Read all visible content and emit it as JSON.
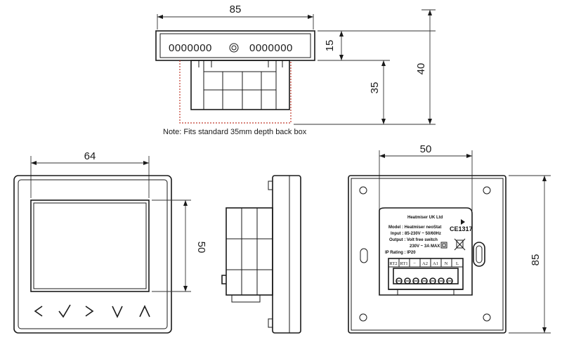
{
  "dimensions": {
    "top_width": "85",
    "top_depth": "15",
    "total_depth": "40",
    "box_depth": "35",
    "front_width": "64",
    "screen_height": "50",
    "terminal_width": "50",
    "back_height": "85"
  },
  "note": "Note: Fits standard 35mm depth back box",
  "vent_slots_left": "0000000",
  "vent_slots_right": "0000000",
  "button_glyphs": [
    "<",
    "✓",
    ">",
    "V",
    "Λ"
  ],
  "label": {
    "company": "Heatmiser UK Ltd",
    "model": "Model : Heatmiser neoStat",
    "input": "Input : 85-230V ~ 50/60Hz",
    "output": "Output : Volt free switch",
    "output2": "230V ~ 3A MAX",
    "ip": "IP Rating : IP20",
    "ce": "CE1317"
  },
  "terminals": [
    "RT2",
    "RT1",
    "−",
    "A2",
    "A1",
    "N",
    "L"
  ],
  "colors": {
    "line": "#1a1a1a",
    "guide": "#c0392b"
  }
}
